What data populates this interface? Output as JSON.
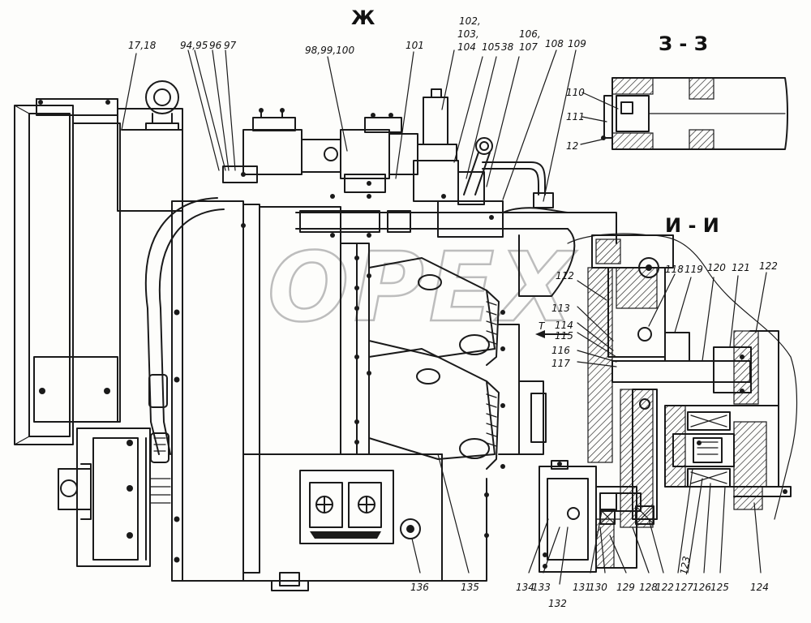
{
  "section_labels": {
    "view_zh": "Ж",
    "section_z": "З - З",
    "section_i": "И - И",
    "arrow_t": "Т"
  },
  "watermark": "OPEX",
  "callouts": {
    "c17_18": "17,18",
    "c94_95": "94,95",
    "c96": "96",
    "c97": "97",
    "c98_99_100": "98,99,100",
    "c101": "101",
    "c102": "102,",
    "c103": "103,",
    "c104": "104",
    "c105": "105",
    "c38": "38",
    "c106": "106,",
    "c107": "107",
    "c108": "108",
    "c109": "109",
    "c110": "110",
    "c111": "111",
    "c12": "12",
    "c112": "112",
    "c113": "113",
    "c114": "114",
    "c115": "115",
    "c116": "116",
    "c117": "117",
    "c118": "118",
    "c119": "119",
    "c120": "120",
    "c121": "121",
    "c122": "122",
    "c123": "123",
    "c124": "124",
    "c125": "125",
    "c126": "126",
    "c127": "127",
    "c122b": "122",
    "c128": "128",
    "c129": "129",
    "c130": "130",
    "c131": "131",
    "c132": "132",
    "c133": "133",
    "c134": "134",
    "c135": "135",
    "c136": "136"
  }
}
